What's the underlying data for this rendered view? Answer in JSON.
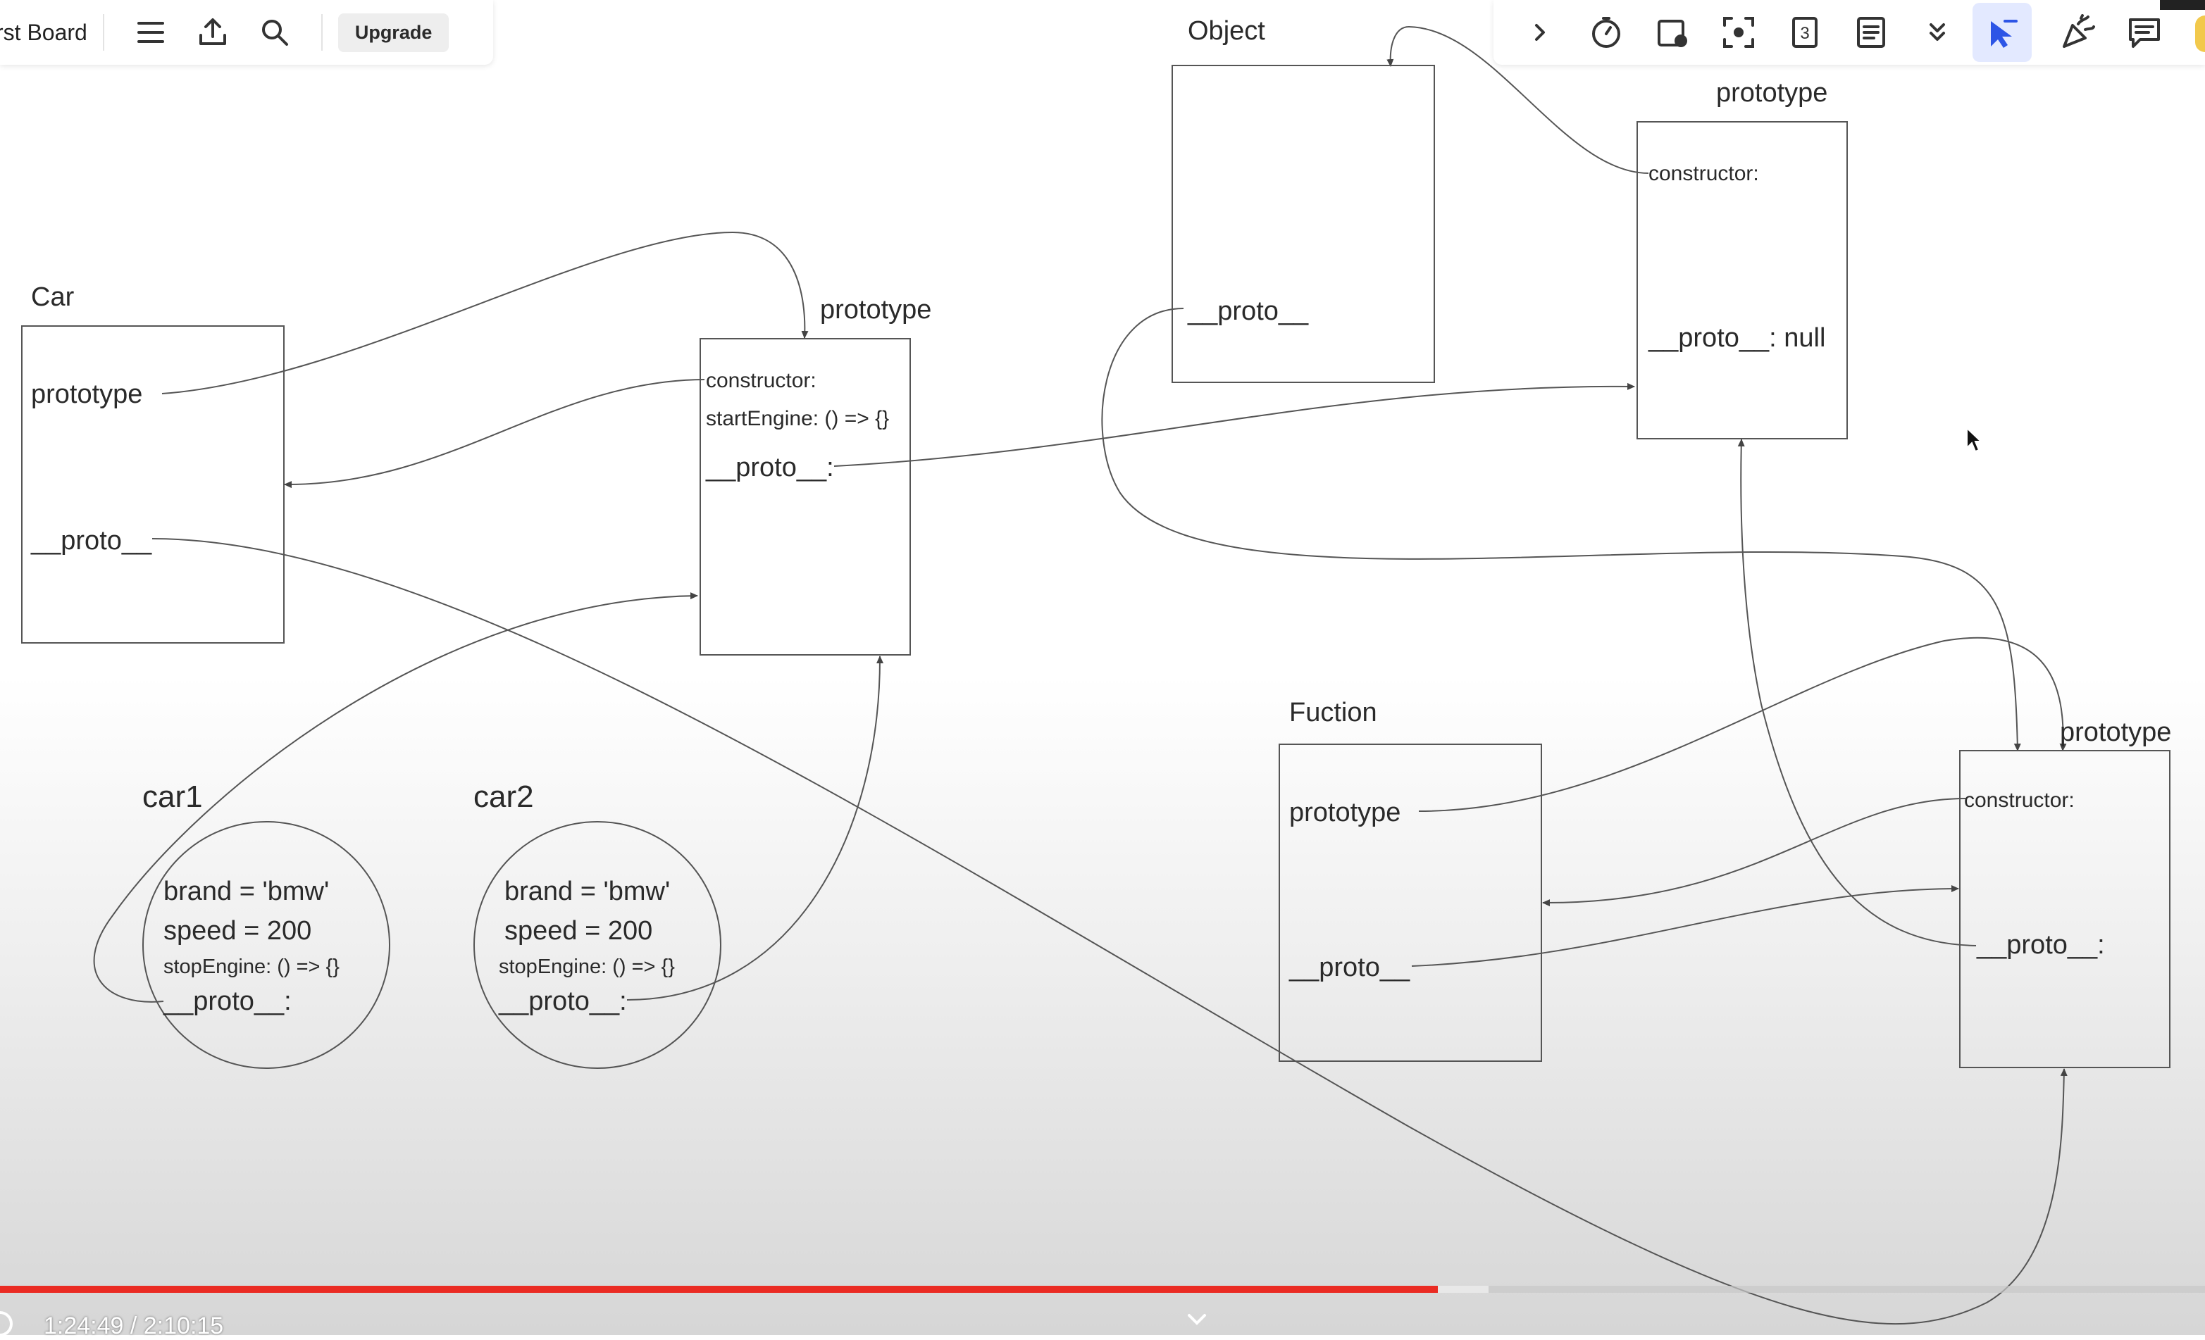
{
  "toolbar": {
    "board_title": "rst Board",
    "upgrade_label": "Upgrade",
    "right_icons": [
      "chevron-right-icon",
      "timer-icon",
      "note-add-icon",
      "focus-frame-icon",
      "board-count-icon",
      "document-icon",
      "more-icon",
      "present-icon",
      "celebrate-icon",
      "comments-icon"
    ]
  },
  "diagram": {
    "car": {
      "title": "Car",
      "prototype": "prototype",
      "proto": "__proto__"
    },
    "car_prototype": {
      "title": "prototype",
      "constructor": "constructor:",
      "method": "startEngine: () => {}",
      "proto": "__proto__:"
    },
    "object": {
      "title": "Object",
      "proto": "__proto__"
    },
    "object_prototype": {
      "title": "prototype",
      "constructor": "constructor:",
      "proto": "__proto__: null"
    },
    "function": {
      "title": "Fuction",
      "prototype": "prototype",
      "proto": "__proto__"
    },
    "function_prototype": {
      "title": "prototype",
      "constructor": "constructor:",
      "proto": "__proto__:"
    },
    "car1": {
      "title": "car1",
      "brand": "brand = 'bmw'",
      "speed": "speed = 200",
      "method": "stopEngine: () => {}",
      "proto": "__proto__:"
    },
    "car2": {
      "title": "car2",
      "brand": "brand = 'bmw'",
      "speed": "speed = 200",
      "method": "stopEngine: () => {}",
      "proto": "__proto__:"
    }
  },
  "video": {
    "time": "1:24:49 / 2:10:15",
    "progress": 0.652,
    "buffered": 0.675
  }
}
